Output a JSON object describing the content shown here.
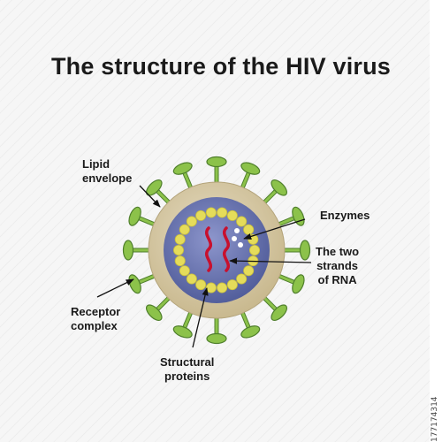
{
  "title": "The structure of the HIV virus",
  "labels": {
    "lipid_envelope": [
      "Lipid",
      "envelope"
    ],
    "enzymes": [
      "Enzymes"
    ],
    "rna": [
      "The two",
      "strands",
      "of RNA"
    ],
    "receptor": [
      "Receptor",
      "complex"
    ],
    "structural": [
      "Structural",
      "proteins"
    ]
  },
  "stock_id": "177174314",
  "colors": {
    "spike": "#8cc24a",
    "spike_outline": "#4f7f2c",
    "envelope": "#d4c6a4",
    "capsid_outer": "#5d6aa8",
    "capsid_inner": "#7d86bf",
    "proteins": "#e5dc5a",
    "rna": "#c8102e",
    "enzymes": "#ffffff",
    "text": "#1a1a1a"
  }
}
